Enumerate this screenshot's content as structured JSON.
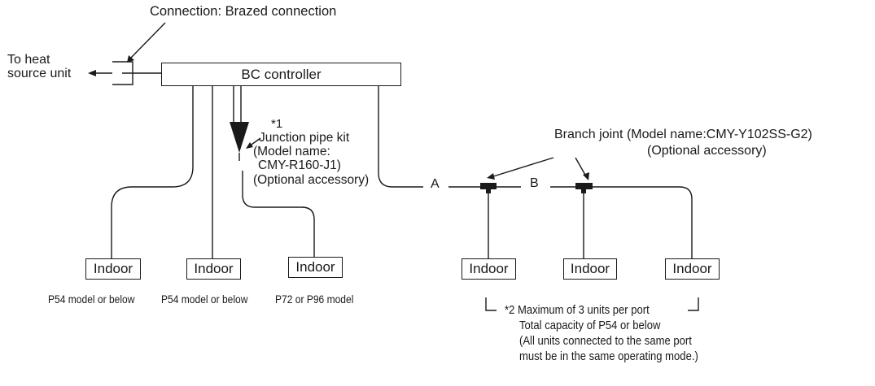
{
  "connection_label": "Connection: Brazed connection",
  "heat_source_line1": "To heat",
  "heat_source_line2": "source unit",
  "bc_controller": "BC controller",
  "junction": {
    "note_ref": "*1",
    "line1": "Junction pipe kit",
    "line2": "(Model name:",
    "line3": "CMY-R160-J1)",
    "line4": "(Optional accessory)"
  },
  "branch_joint": {
    "line1": "Branch joint (Model name:CMY-Y102SS-G2)",
    "line2": "(Optional accessory)"
  },
  "pipe_labels": {
    "a": "A",
    "b": "B"
  },
  "indoor_units": [
    "Indoor",
    "Indoor",
    "Indoor",
    "Indoor",
    "Indoor",
    "Indoor"
  ],
  "unit_captions": [
    "P54 model or below",
    "P54 model or below",
    "P72 or P96 model"
  ],
  "note2": {
    "line1": "*2  Maximum of 3 units per port",
    "line2": "Total capacity of P54 or below",
    "line3": "(All units connected to the same port",
    "line4": "must be in the same operating mode.)"
  }
}
